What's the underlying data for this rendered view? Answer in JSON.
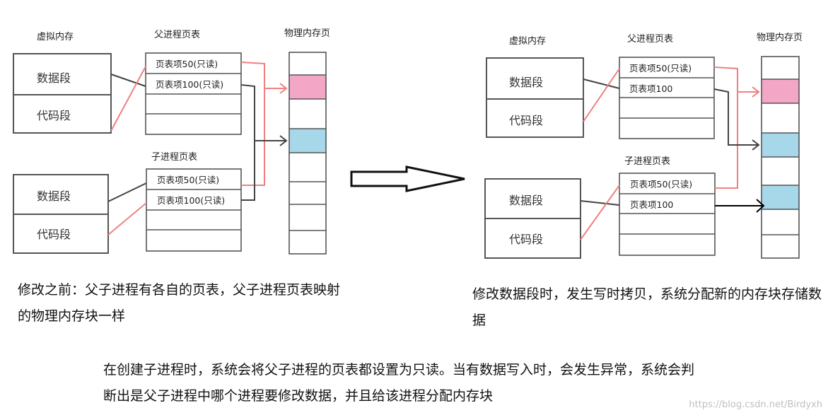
{
  "colors": {
    "red": "#f08080",
    "dark": "#444444",
    "pink": "#f4a6c7",
    "blue": "#a6d8ea",
    "black": "#000000"
  },
  "left": {
    "vm_title": "虚拟内存",
    "parent_title": "父进程页表",
    "child_title": "子进程页表",
    "phys_title": "物理内存页",
    "data_seg": "数据段",
    "code_seg": "代码段",
    "parent_pte1": "页表项50(只读)",
    "parent_pte2": "页表项100(只读)",
    "child_pte1": "页表项50(只读)",
    "child_pte2": "页表项100(只读)"
  },
  "right": {
    "vm_title": "虚拟内存",
    "parent_title": "父进程页表",
    "child_title": "子进程页表",
    "phys_title": "物理内存页",
    "data_seg": "数据段",
    "code_seg": "代码段",
    "parent_pte1": "页表项50(只读)",
    "parent_pte2": "页表项100",
    "child_pte1": "页表项50(只读)",
    "child_pte2": "页表项100"
  },
  "captions": {
    "left": "修改之前：父子进程有各自的页表，父子进程页表映射的物理内存块一样",
    "right": "修改数据段时，发生写时拷贝，系统分配新的内存块存储数据",
    "bottom": "在创建子进程时，系统会将父子进程的页表都设置为只读。当有数据写入时，会发生异常，系统会判断出是父子进程中哪个进程要修改数据，并且给该进程分配内存块"
  },
  "watermark": "https://blog.csdn.net/Birdyxh"
}
